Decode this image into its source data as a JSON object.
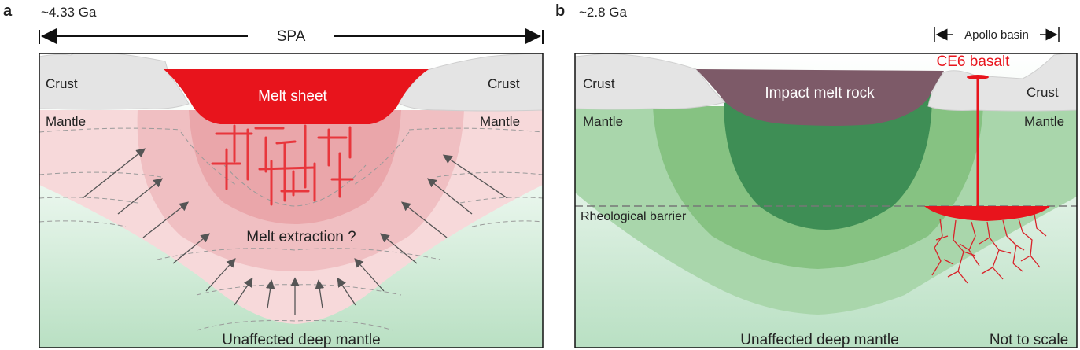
{
  "panel_a": {
    "letter": "a",
    "age": "~4.33 Ga",
    "span_label": "SPA",
    "melt_label": "Melt sheet",
    "crust_left": "Crust",
    "crust_right": "Crust",
    "mantle_left": "Mantle",
    "mantle_right": "Mantle",
    "process_label": "Melt extraction ?",
    "bottom_label": "Unaffected deep mantle"
  },
  "panel_b": {
    "letter": "b",
    "age": "~2.8 Ga",
    "basin_label": "Apollo basin",
    "basalt_label": "CE6 basalt",
    "melt_rock_label": "Impact melt rock",
    "crust_left": "Crust",
    "crust_right": "Crust",
    "mantle_left": "Mantle",
    "mantle_right": "Mantle",
    "barrier_label": "Rheological barrier",
    "bottom_label": "Unaffected deep mantle",
    "scale_note": "Not to scale"
  },
  "colors": {
    "melt_red": "#e8141c",
    "crust_grey": "#e6e6e6",
    "pink_mantle": "#f3c6c8",
    "deep_mantle_green": "#cfe9d6",
    "impact_melt_purple": "#7d5a68",
    "core_green": "#3e8e55"
  }
}
